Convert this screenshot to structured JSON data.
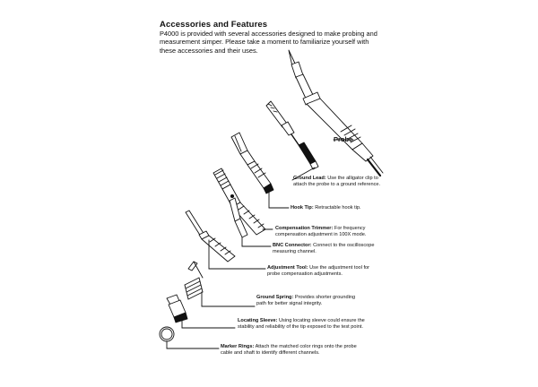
{
  "header": {
    "title": "Accessories and Features",
    "intro_lines": [
      "P4000 is provided with several accessories designed to make probing and",
      "measurement simper. Please take a moment to familiarize yourself with",
      "these accessories and their uses."
    ]
  },
  "probe": {
    "label": "Probe"
  },
  "accessories": [
    {
      "name": "Ground Lead:",
      "desc_lines": [
        "Use the alligator clip to",
        "attach the probe to a ground reference."
      ]
    },
    {
      "name": "Hook Tip:",
      "desc_lines": [
        "Retractable hook tip."
      ]
    },
    {
      "name": "Compensation Trimmer:",
      "desc_lines": [
        "For frequency",
        "compensation adjustment in 100X mode."
      ]
    },
    {
      "name": "BNC Connector:",
      "desc_lines": [
        "Connect to the oscilloscope",
        "measuring channel."
      ]
    },
    {
      "name": "Adjustment Tool:",
      "desc_lines": [
        "Use the adjustment tool for",
        "probe compensation adjustments."
      ]
    },
    {
      "name": "Ground Spring:",
      "desc_lines": [
        "Provides shorter grounding",
        "path for better signal integrity."
      ]
    },
    {
      "name": "Locating Sleeve:",
      "desc_lines": [
        "Using locating sleeve could ensure the",
        "stability and reliability of the tip exposed to the test point."
      ]
    },
    {
      "name": "Marker Rings:",
      "desc_lines": [
        "Attach the matched color rings onto the probe",
        "cable and shaft to identify different channels."
      ]
    }
  ]
}
